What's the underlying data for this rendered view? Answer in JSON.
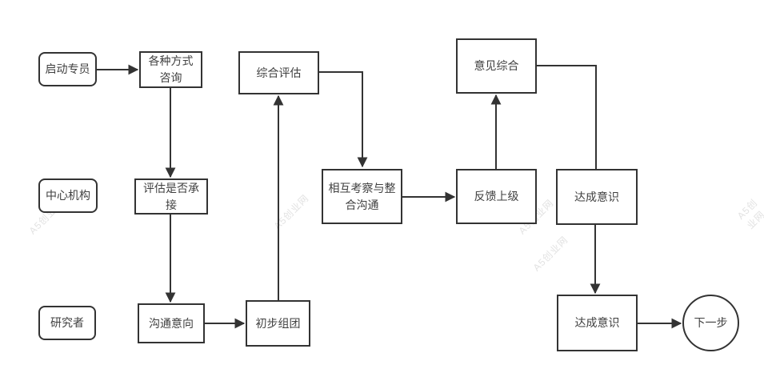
{
  "diagram": {
    "background_color": "#ffffff",
    "line_color": "#333333",
    "text_color": "#404040",
    "watermark": {
      "text": "A5创业网",
      "color": "#e2e2e2"
    },
    "lanes": {
      "specialist": {
        "label": "启动专员"
      },
      "center": {
        "label": "中心机构"
      },
      "researcher": {
        "label": "研究者"
      }
    },
    "nodes": {
      "consult": {
        "label": "各种方式\n咨询"
      },
      "comprehensive_eval": {
        "label": "综合评估"
      },
      "opinion_synthesis": {
        "label": "意见综合"
      },
      "assess_accept": {
        "label": "评估是否承\n接"
      },
      "mutual_inspection": {
        "label": "相互考察与整\n合沟通"
      },
      "feedback_superior": {
        "label": "反馈上级"
      },
      "consensus_mid": {
        "label": "达成意识"
      },
      "communicate_intent": {
        "label": "沟通意向"
      },
      "initial_grouping": {
        "label": "初步组团"
      },
      "consensus_final": {
        "label": "达成意识"
      },
      "next_step": {
        "label": "下一步"
      }
    },
    "edges": [
      {
        "from": "启动专员",
        "to": "各种方式咨询",
        "arrow": true
      },
      {
        "from": "各种方式咨询",
        "to": "评估是否承接",
        "arrow": true
      },
      {
        "from": "评估是否承接",
        "to": "沟通意向",
        "arrow": true
      },
      {
        "from": "沟通意向",
        "to": "初步组团",
        "arrow": true
      },
      {
        "from": "初步组团",
        "to": "综合评估",
        "arrow": true
      },
      {
        "from": "综合评估",
        "to": "相互考察与整合沟通",
        "arrow": true
      },
      {
        "from": "相互考察与整合沟通",
        "to": "反馈上级",
        "arrow": true
      },
      {
        "from": "反馈上级",
        "to": "意见综合",
        "arrow": true
      },
      {
        "from": "意见综合",
        "to": "达成意识(中)",
        "arrow": false
      },
      {
        "from": "达成意识(中)",
        "to": "达成意识(下)",
        "arrow": true
      },
      {
        "from": "达成意识(下)",
        "to": "下一步",
        "arrow": true
      }
    ]
  }
}
